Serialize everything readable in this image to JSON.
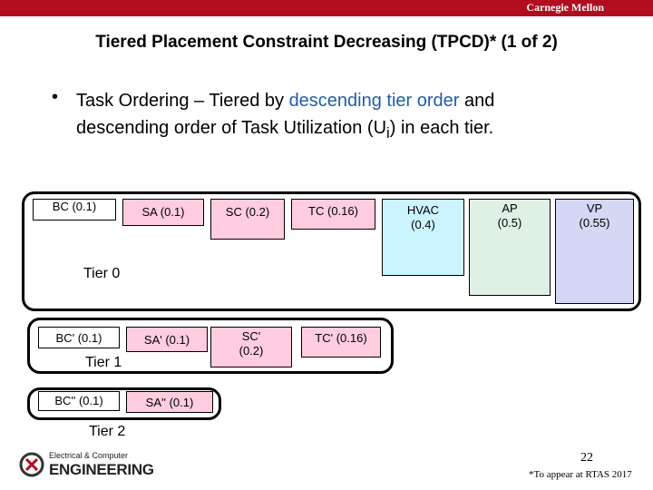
{
  "header": {
    "brand": "Carnegie Mellon",
    "bar_color": "#b00d1f"
  },
  "title": "Tiered Placement Constraint Decreasing (TPCD)* (1 of 2)",
  "bullet": {
    "marker": "•",
    "part1": "Task Ordering – Tiered by ",
    "highlight": "descending tier order",
    "part2": " and descending order of Task Utilization (U",
    "subscript": "i",
    "part3": ")  in each tier."
  },
  "tiers": [
    {
      "label": "Tier 0",
      "tasks": [
        "BC (0.1)",
        "SA (0.1)",
        "SC (0.2)",
        "TC (0.16)",
        "HVAC (0.4)",
        "AP (0.5)",
        "VP (0.55)"
      ]
    },
    {
      "label": "Tier 1",
      "tasks": [
        "BC' (0.1)",
        "SA' (0.1)",
        "SC' (0.2)",
        "TC' (0.16)"
      ]
    },
    {
      "label": "Tier 2",
      "tasks": [
        "BC'' (0.1)",
        "SA'' (0.1)"
      ]
    }
  ],
  "footer": {
    "page_number": "22",
    "note": "*To appear at RTAS 2017",
    "logo_line1": "Electrical & Computer",
    "logo_line2": "ENGINEERING"
  },
  "colors": {
    "highlight": "#1f5ea8",
    "pink": "#ffcce0",
    "cyan": "#ccf4ff",
    "mint": "#dff0e4",
    "lavender": "#d4d8f4"
  }
}
